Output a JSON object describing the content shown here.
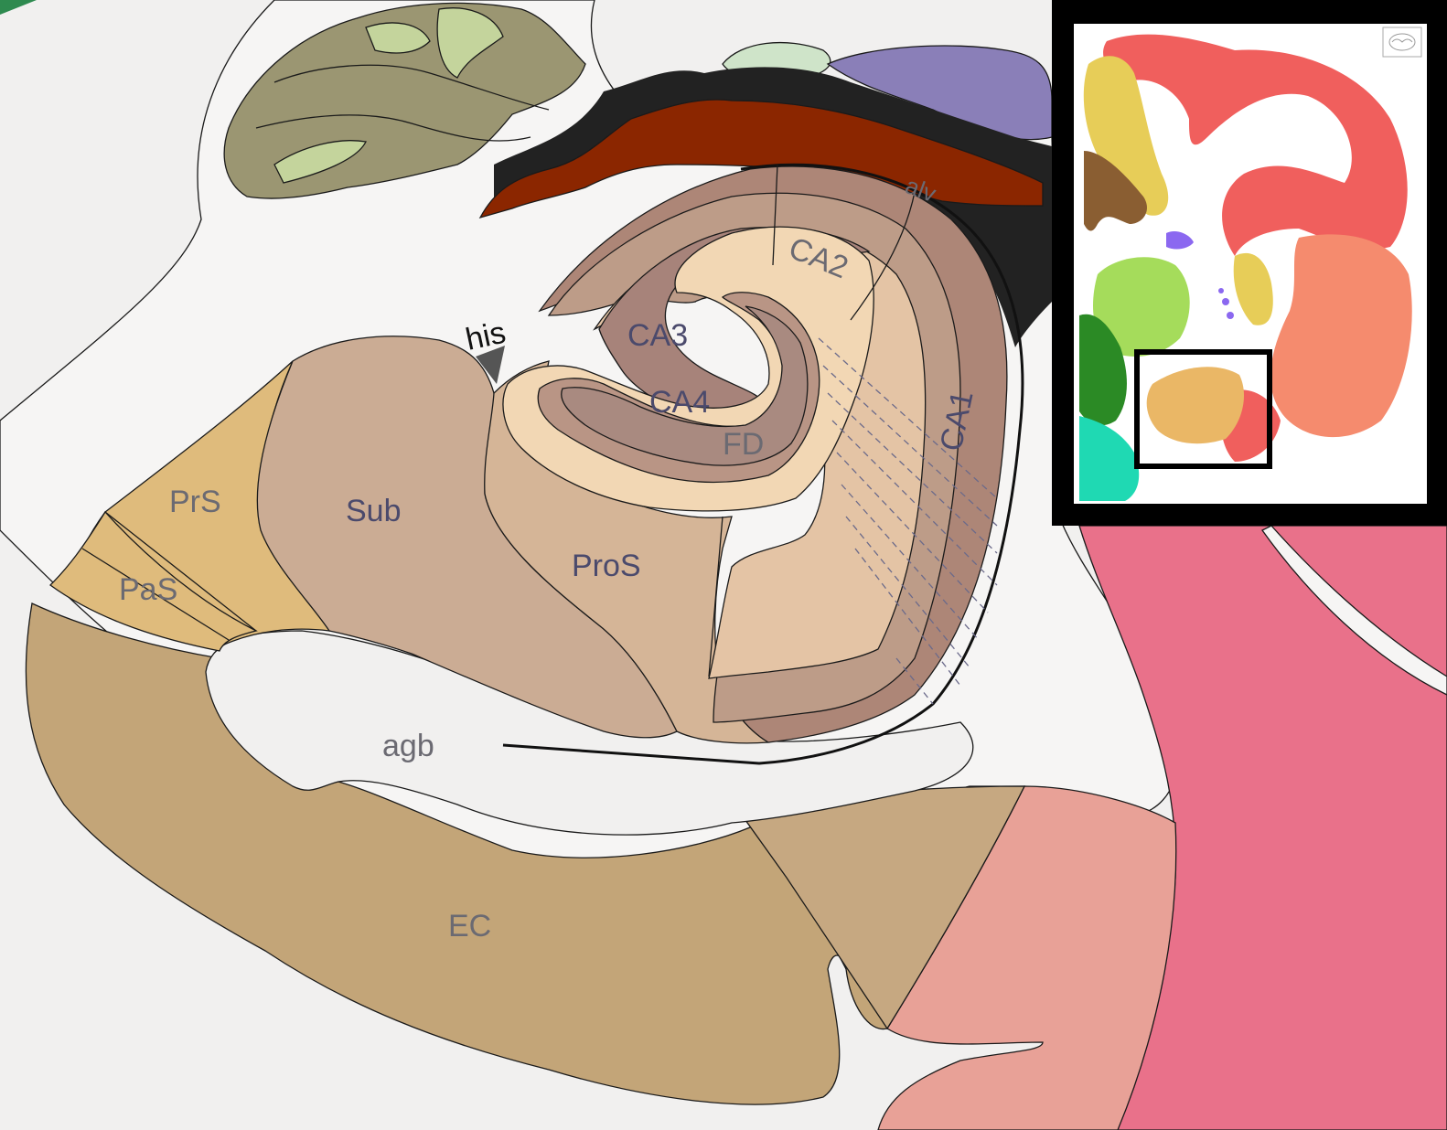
{
  "colors": {
    "background": "#f1f0ef",
    "prs": "#dfbb7c",
    "pas": "#dfbb7c",
    "sub": "#cbac94",
    "pros": "#d5b597",
    "ec": "#c3a578",
    "ec_lateral": "#c6a881",
    "ca_stratum_oriens": "#ad8677",
    "ca_stratum_pyramidale": "#bd9c88",
    "ca_stratum_radiatum": "#e4c4a5",
    "ca_lacunosum": "#f2d7b4",
    "ca3_core": "#a7837a",
    "ca4": "#a98a80",
    "fd_outer": "#b99585",
    "fd_inner": "#d2ab99",
    "fimbria_red": "#8b2600",
    "ventricle_black": "#222",
    "purple_structure": "#8a7fb8",
    "light_green": "#cfe4c9",
    "olive": "#9b9672",
    "olive_light": "#c4d49c",
    "pink_cortex": "#e9718a",
    "salmon_cortex": "#e8a197",
    "green_corner": "#2e8a4f",
    "inset_cortex_red": "#f05f5d",
    "inset_cortex_orange": "#f58b6e",
    "inset_yellow": "#e7cd58",
    "inset_brown": "#8a5e32",
    "inset_lime": "#a5dc5b",
    "inset_green_dark": "#2b8a25",
    "inset_teal": "#1fd9b3",
    "inset_violet": "#8b68f0",
    "inset_hippocampus": "#eab766"
  },
  "labels": {
    "prs": "PrS",
    "pas": "PaS",
    "sub": "Sub",
    "pros": "ProS",
    "ec": "EC",
    "agb": "agb",
    "his": "his",
    "ca1": "CA1",
    "ca2": "CA2",
    "ca3": "CA3",
    "ca4": "CA4",
    "fd": "FD",
    "alv": "alv"
  },
  "icons": {
    "his_marker": "triangle-pointer-icon",
    "thumbnail": "brain-thumbnail-icon"
  }
}
